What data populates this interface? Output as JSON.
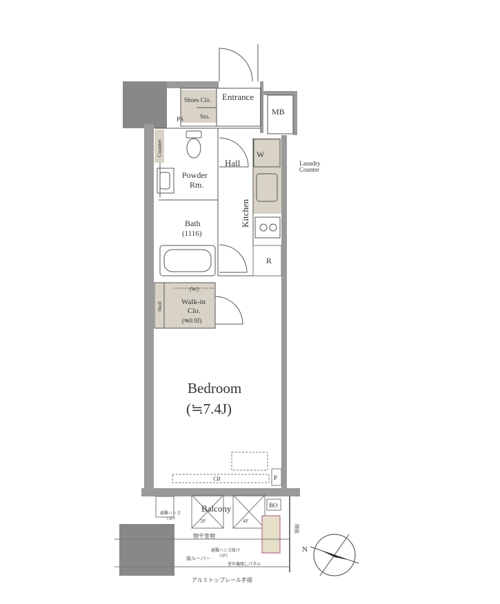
{
  "rooms": {
    "shoe_closet": "Shoes Clo.",
    "storage": "Sto.",
    "pipe_space": "PS",
    "entrance": "Entrance",
    "meter_box": "MB",
    "counter": "Counter",
    "hall": "Hall",
    "washer": "W",
    "laundry_counter_line1": "Laundry",
    "laundry_counter_line2": "Counter",
    "powder_room_line1": "Powder",
    "powder_room_line2": "Rm.",
    "kitchen": "Kitchen",
    "bath_line1": "Bath",
    "bath_line2": "(1116)",
    "refrigerator": "R",
    "shelf": "Shelf",
    "walkin_w": "(W)",
    "walkin_line1": "Walk-in",
    "walkin_line2": "Clo.",
    "walkin_line3": "(≒0.9J)",
    "bedroom": "Bedroom",
    "bedroom_size": "(≒7.4J)",
    "cb": "CB",
    "p": "P",
    "balcony": "Balcony",
    "bo": "BO",
    "ladder_left_line1": "避難ハシゴ",
    "ladder_left_line2": "(3F)",
    "hatch_3f": "3F",
    "hatch_4f": "4F",
    "laundry_hanger": "物干金物",
    "ladder_hook_line1": "避難ハシゴ掛け",
    "ladder_hook_line2": "(3F)",
    "louver": "縦ルーバー",
    "outdoor_unit_panel": "室外機隠しパネル",
    "handrail": "アルミトップレール手摺",
    "partition": "隔板"
  },
  "colors": {
    "wall": "#9a9a9a",
    "column": "#888888",
    "storage_fill": "#d9d3c7",
    "line": "#555555",
    "compass_needle": "#222222"
  },
  "icons": [
    "toilet-icon",
    "bathtub-icon",
    "sink-icon",
    "stove-icon",
    "compass-icon",
    "door-swing-icon"
  ]
}
